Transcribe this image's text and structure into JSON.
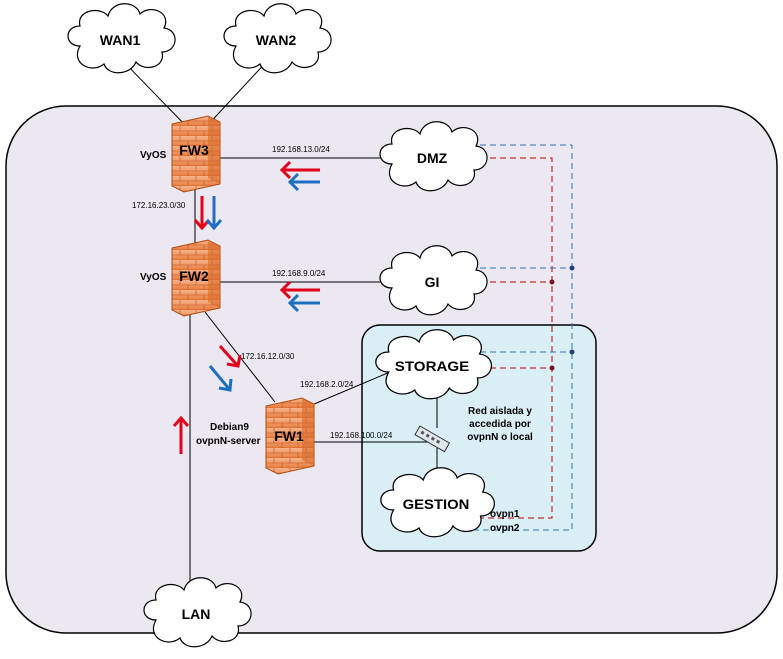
{
  "clouds": {
    "wan1": "WAN1",
    "wan2": "WAN2",
    "dmz": "DMZ",
    "gi": "GI",
    "storage": "STORAGE",
    "gestion": "GESTION",
    "lan": "LAN"
  },
  "firewalls": {
    "fw3": "FW3",
    "fw2": "FW2",
    "fw1": "FW1"
  },
  "os_labels": {
    "fw3": "VyOS",
    "fw2": "VyOS",
    "fw1_line1": "Debian9",
    "fw1_line2": "ovpnN-server"
  },
  "networks": {
    "dmz_net": "192.168.13.0/24",
    "gi_net": "192.168.9.0/24",
    "fw3_fw2": "172.16.23.0/30",
    "fw2_fw1": "172.16.12.0/30",
    "storage_net": "192.168.2.0/24",
    "gestion_net": "192.168.100.0/24"
  },
  "isolated_note": [
    "Red aislada y",
    "accedida por",
    "ovpnN o local"
  ],
  "vpn_labels": {
    "ovpn1": "ovpn1",
    "ovpn2": "ovpn2"
  },
  "colors": {
    "outer_zone": "#ece8f1",
    "isolated_zone": "#daeef5",
    "red": "#e3001b",
    "blue": "#1f6fc1",
    "dashed_red": "#c00000",
    "dashed_blue": "#2e75b6"
  }
}
